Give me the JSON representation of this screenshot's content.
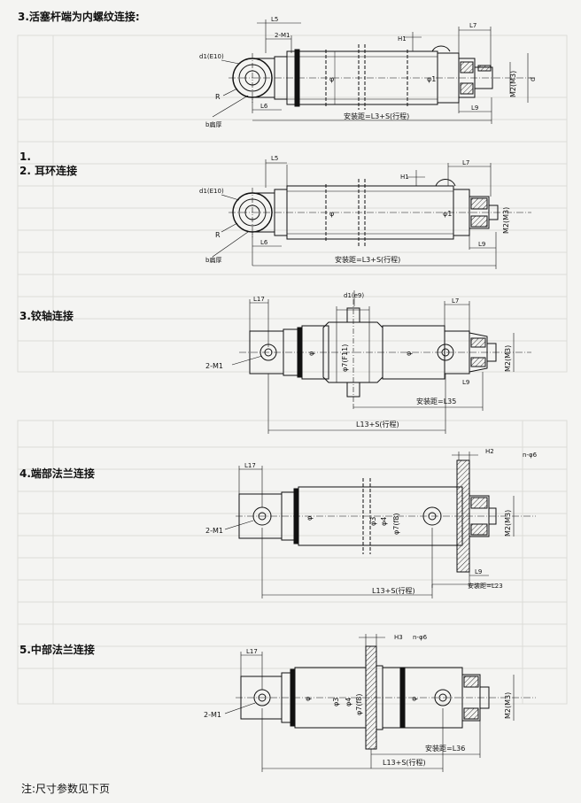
{
  "sections": [
    {
      "id": "s3a",
      "title": "3.活塞杆端为内螺纹连接:"
    },
    {
      "id": "s1",
      "title": "1."
    },
    {
      "id": "s2",
      "title": "2.    耳环连接"
    },
    {
      "id": "s3b",
      "title": "3.铰轴连接"
    },
    {
      "id": "s4",
      "title": "4.端部法兰连接"
    },
    {
      "id": "s5",
      "title": "5.中部法兰连接"
    }
  ],
  "note": "注:尺寸参数见下页",
  "labels": {
    "d1_e10": "d1(E10)",
    "R": "R",
    "b_thick": "b扁厚",
    "L5": "L5",
    "L6": "L6",
    "L7": "L7",
    "L9": "L9",
    "H1": "H1",
    "H2": "H2",
    "H3": "H3",
    "two_m1": "2-M1",
    "phi": "φ",
    "phi1": "φ1",
    "phi3": "φ3",
    "phi4": "φ4",
    "phi6": "φ6",
    "phi_d": "d",
    "m2": "M2(M3)",
    "install_1": "安装距=L3+S(行程)",
    "install_2": "安装距=L3+S(行程)",
    "d1_e9": "d1(e9)",
    "L17": "L17",
    "phi_f11": "φ7(F11)",
    "install_3": "安装距=L35",
    "total_3": "L13+S(行程)",
    "n_phi6": "n-φ6",
    "phi_f8": "φ7(f8)",
    "install_4": "安装距=L23",
    "total_4": "L13+S(行程)",
    "install_5": "安装距=L36",
    "total_5": "L13+S(行程)",
    "phi_f8_5": "φ7(f8)"
  }
}
